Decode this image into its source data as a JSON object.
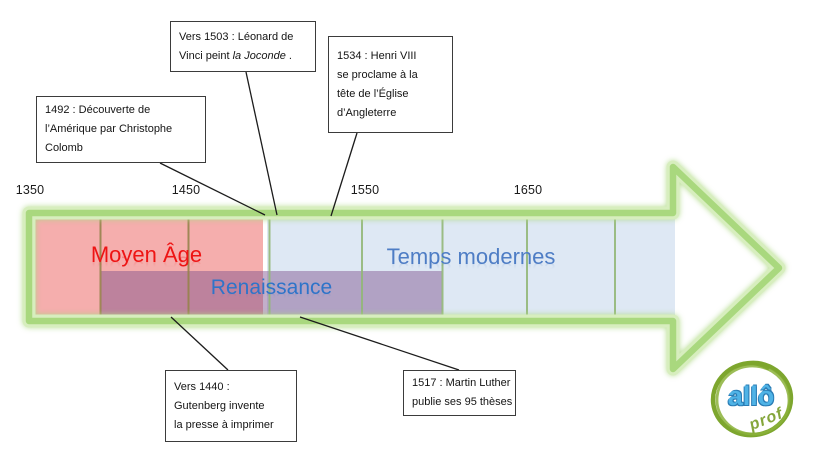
{
  "timeline": {
    "years": [
      {
        "label": "1350"
      },
      {
        "label": "1450"
      },
      {
        "label": "1550"
      },
      {
        "label": "1650"
      }
    ],
    "periods": {
      "moyen_age": "Moyen Âge",
      "renaissance": "Renaissance",
      "temps_modernes": "Temps modernes"
    },
    "colors": {
      "arrow_green": "#A9D87E",
      "moyen_age_band": "#F5AEAD",
      "temps_modernes_band": "#DEE8F4",
      "renaissance_overlay": "#7A4E89",
      "moyen_age_text": "#EE1414",
      "renaissance_text": "#2E74C9",
      "temps_modernes_text": "#4E7DC5"
    }
  },
  "callouts": {
    "colomb": {
      "lines": [
        "1492 : Découverte de",
        "l’Amérique par Christophe",
        "Colomb"
      ]
    },
    "joconde": {
      "line1": "Vers 1503 : Léonard de",
      "line2_pre": "Vinci peint ",
      "line2_italic": "la Joconde",
      "line2_post": " ."
    },
    "henri": {
      "lines": [
        "1534 : Henri VIII",
        "se proclame à la",
        "tête de l’Église",
        "d’Angleterre"
      ]
    },
    "gutenberg": {
      "lines": [
        "Vers 1440 :",
        "Gutenberg invente",
        "la presse à imprimer"
      ]
    },
    "luther": {
      "lines": [
        "1517 : Martin Luther",
        "publie ses 95 thèses"
      ]
    }
  },
  "logo": {
    "word1": "allô",
    "word2": "prof"
  }
}
